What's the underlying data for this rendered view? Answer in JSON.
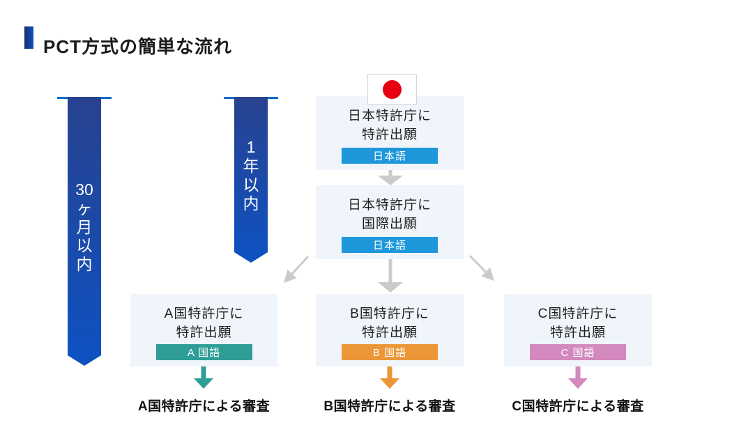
{
  "title": "PCT方式の簡単な流れ",
  "timelines": {
    "months30": {
      "label": "30ヶ月以内",
      "chars": [
        "30",
        "ヶ",
        "月",
        "以",
        "内"
      ]
    },
    "year1": {
      "label": "1年以内",
      "chars": [
        "1",
        "年",
        "以",
        "内"
      ]
    }
  },
  "flag": {
    "country": "日本",
    "meaning": "japan-flag"
  },
  "flow": {
    "jp_file": {
      "line1": "日本特許庁に",
      "line2": "特許出願",
      "badge": "日本語",
      "badge_color": "#1e97db"
    },
    "jp_intl": {
      "line1": "日本特許庁に",
      "line2": "国際出願",
      "badge": "日本語",
      "badge_color": "#1e97db"
    },
    "countries": [
      {
        "line1": "A国特許庁に",
        "line2": "特許出願",
        "badge": "A 国語",
        "color": "#2d9d96",
        "result": "A国特許庁による審査"
      },
      {
        "line1": "B国特許庁に",
        "line2": "特許出願",
        "badge": "B 国語",
        "color": "#eb9737",
        "result": "B国特許庁による審査"
      },
      {
        "line1": "C国特許庁に",
        "line2": "特許出願",
        "badge": "C 国語",
        "color": "#d388be",
        "result": "C国特許庁による審査"
      }
    ]
  },
  "colors": {
    "timeline_gradient_top": "#28428f",
    "timeline_gradient_bottom": "#0d52c2",
    "timeline_crossbar": "#0a6ec4",
    "connector_gray": "#c9cccb",
    "box_background": "#eff5fa",
    "flag_red": "#e60012",
    "title_marker_dark": "#152f6e"
  }
}
